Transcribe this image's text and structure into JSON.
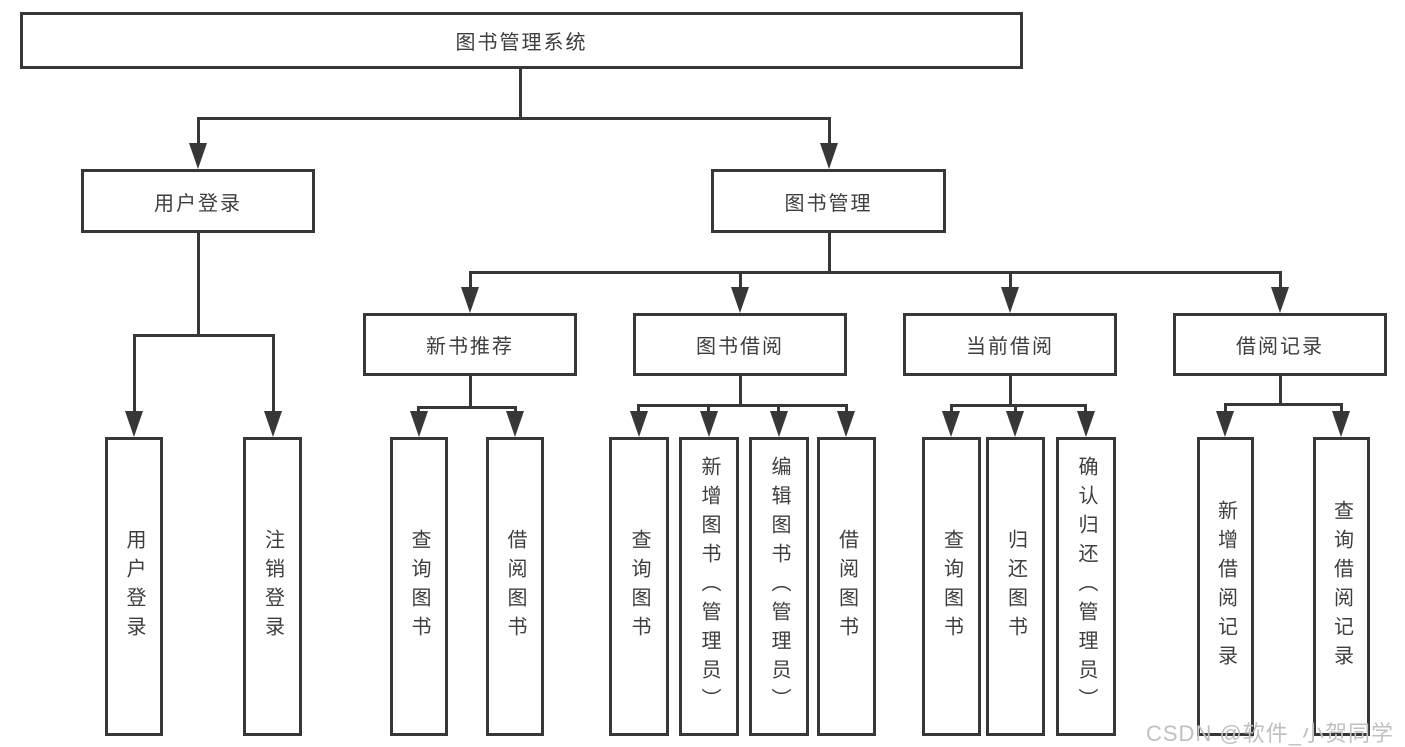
{
  "diagram": {
    "root": {
      "label": "图书管理系统"
    },
    "branches": {
      "user_login": {
        "label": "用户登录",
        "children": [
          {
            "label": "用户登录"
          },
          {
            "label": "注销登录"
          }
        ]
      },
      "book_mgmt": {
        "label": "图书管理",
        "children": {
          "new_books": {
            "label": "新书推荐",
            "children": [
              {
                "label": "查询图书"
              },
              {
                "label": "借阅图书"
              }
            ]
          },
          "borrowing": {
            "label": "图书借阅",
            "children": [
              {
                "label": "查询图书"
              },
              {
                "label": "新增图书（管理员）"
              },
              {
                "label": "编辑图书（管理员）"
              },
              {
                "label": "借阅图书"
              }
            ]
          },
          "current": {
            "label": "当前借阅",
            "children": [
              {
                "label": "查询图书"
              },
              {
                "label": "归还图书"
              },
              {
                "label": "确认归还（管理员）"
              }
            ]
          },
          "records": {
            "label": "借阅记录",
            "children": [
              {
                "label": "新增借阅记录"
              },
              {
                "label": "查询借阅记录"
              }
            ]
          }
        }
      }
    },
    "watermark": "CSDN @软件_小贺同学",
    "colors": {
      "line": "#373737",
      "text": "#3e3e3e",
      "watermark": "#c1c0c0",
      "background": "#ffffff"
    }
  }
}
